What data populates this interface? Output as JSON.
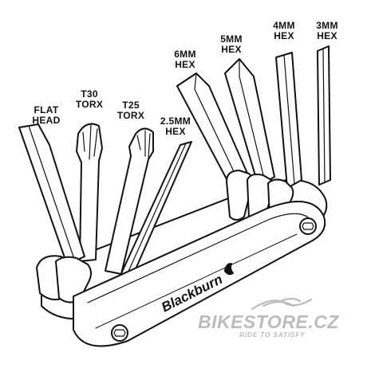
{
  "labels": {
    "flat_head": "FLAT\nHEAD",
    "t30_torx": "T30\nTORX",
    "t25_torx": "T25\nTORX",
    "hex_2_5mm": "2.5MM\nHEX",
    "hex_6mm": "6MM\nHEX",
    "hex_5mm": "5MM\nHEX",
    "hex_4mm": "4MM\nHEX",
    "hex_3mm": "3MM\nHEX"
  },
  "tool_logo": "Blackburn",
  "watermark": {
    "store_name": "BIKESTORE.CZ",
    "tagline": "RIDE TO SATISFY"
  },
  "colors": {
    "line": "#111111",
    "tool_fill": "#ffffff",
    "watermark": "#bcbcbc"
  }
}
